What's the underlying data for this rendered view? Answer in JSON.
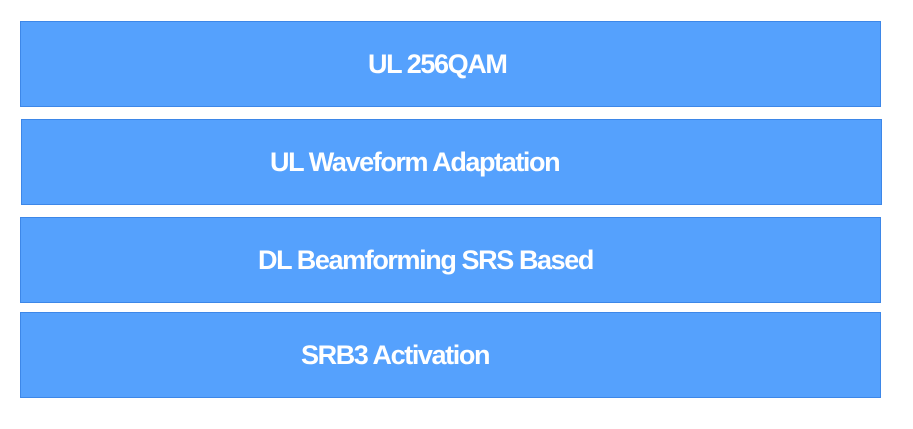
{
  "features": [
    {
      "label": "UL 256QAM"
    },
    {
      "label": "UL Waveform Adaptation"
    },
    {
      "label": "DL Beamforming SRS Based"
    },
    {
      "label": "SRB3 Activation"
    }
  ],
  "colors": {
    "box_fill": "#55a1fd",
    "box_border": "#3d87e8",
    "text": "#ffffff"
  }
}
